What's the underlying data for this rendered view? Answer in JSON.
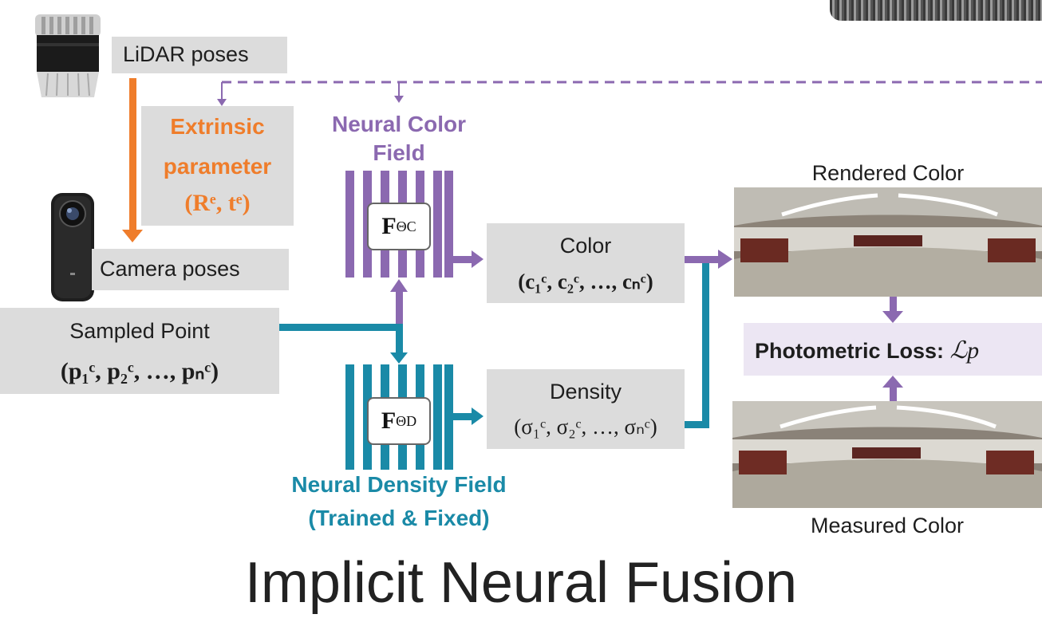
{
  "lidar": {
    "label": "LiDAR poses"
  },
  "extrinsic": {
    "line1": "Extrinsic",
    "line2": "parameter",
    "math": "(Rᵉ, tᵉ)"
  },
  "camera": {
    "label": "Camera poses"
  },
  "sampled": {
    "label": "Sampled Point",
    "math": "(p₁ᶜ, p₂ᶜ, …, pₙᶜ)"
  },
  "color_field": {
    "line1": "Neural Color",
    "line2": "Field",
    "f_label": "F",
    "f_sub": "ΘC"
  },
  "density_field": {
    "line1": "Neural Density Field",
    "line2": "(Trained & Fixed)",
    "f_label": "F",
    "f_sub": "ΘD"
  },
  "color_out": {
    "label": "Color",
    "math": "(c₁ᶜ, c₂ᶜ, …, cₙᶜ)"
  },
  "density_out": {
    "label": "Density",
    "math": "(σ₁ᶜ, σ₂ᶜ, …, σₙᶜ)"
  },
  "rendered": {
    "label": "Rendered Color"
  },
  "measured": {
    "label": "Measured Color"
  },
  "loss": {
    "label": "Photometric Loss",
    "math": "ℒp"
  },
  "caption": {
    "title": "Implicit Neural Fusion"
  },
  "colors": {
    "purple": "#8b69b0",
    "teal": "#1a8aa7",
    "orange": "#ef7d2b",
    "gray": "#dcdcdc",
    "loss_bg": "#ece6f3"
  },
  "icons": [
    "lidar-sensor-icon",
    "360-camera-icon",
    "panorama-thumbnail-icon"
  ]
}
